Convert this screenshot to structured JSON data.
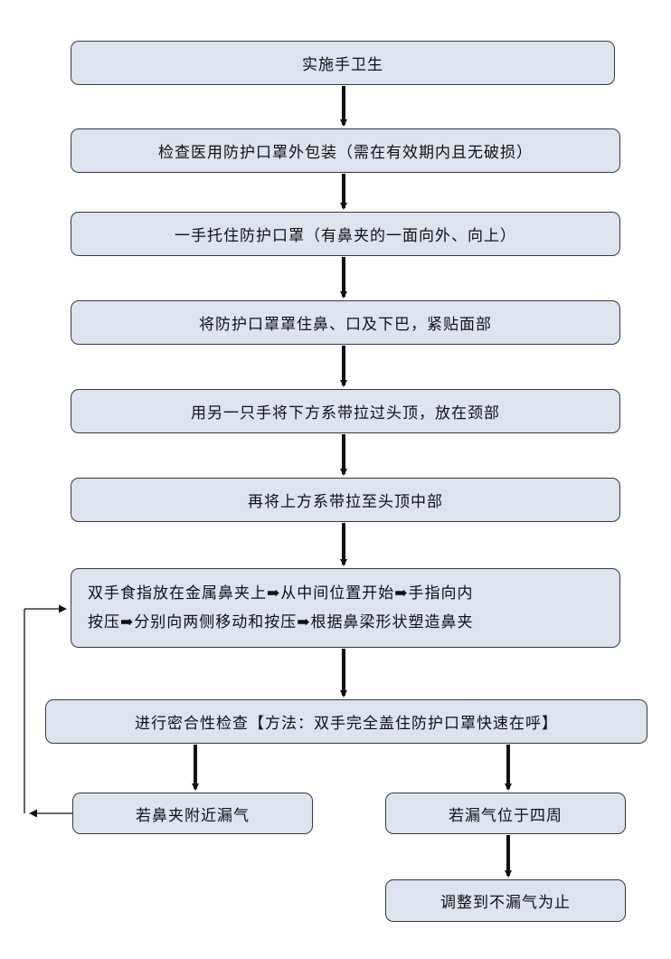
{
  "steps": {
    "s1": "实施手卫生",
    "s2": "检查医用防护口罩外包装（需在有效期内且无破损）",
    "s3": "一手托住防护口罩（有鼻夹的一面向外、向上）",
    "s4": "将防护口罩罩住鼻、口及下巴，紧贴面部",
    "s5": "用另一只手将下方系带拉过头顶，放在颈部",
    "s6": "再将上方系带拉至头顶中部",
    "s7_line1": "双手食指放在金属鼻夹上➡从中间位置开始➡手指向内",
    "s7_line2": "按压➡分别向两侧移动和按压➡根据鼻梁形状塑造鼻夹",
    "s8": "进行密合性检查【方法：双手完全盖住防护口罩快速在呼】",
    "s9": "若鼻夹附近漏气",
    "s10": "若漏气位于四周",
    "s11": "调整到不漏气为止"
  }
}
